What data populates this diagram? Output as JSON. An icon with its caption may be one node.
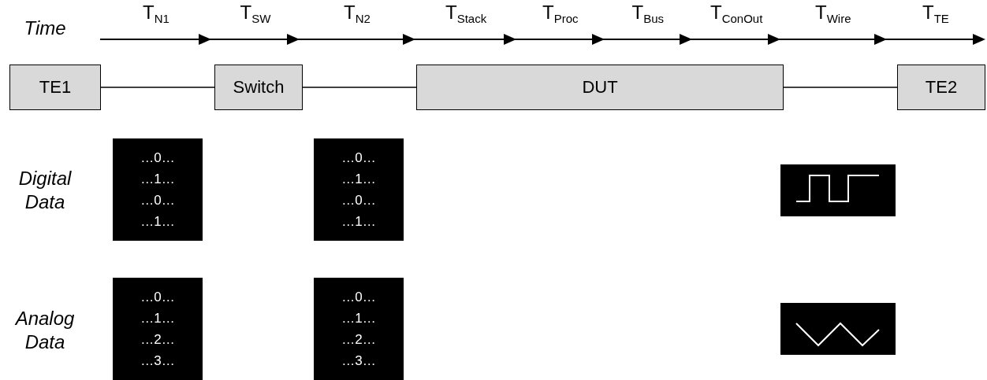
{
  "diagram": {
    "nodes": [
      {
        "text": [
          "TE1"
        ]
      },
      {
        "text": [
          "Switch"
        ]
      },
      {
        "text": [
          "DUT"
        ]
      },
      {
        "text": [
          "TE2"
        ]
      },
      {
        "text": [
          "…0…",
          "…1…",
          "…0…",
          "…1…"
        ]
      },
      {
        "text": [
          "…0…",
          "…1…",
          "…0…",
          "…1…"
        ]
      },
      {
        "text": [],
        "shape": "picture"
      },
      {
        "text": [
          "…0…",
          "…1…",
          "…2…",
          "…3…"
        ]
      },
      {
        "text": [
          "…0…",
          "…1…",
          "…2…",
          "…3…"
        ]
      },
      {
        "text": [],
        "shape": "picture"
      }
    ],
    "edges": [
      {
        "from": 0,
        "to": 1,
        "arrow": "none"
      },
      {
        "from": 1,
        "to": 2,
        "arrow": "none"
      },
      {
        "from": 2,
        "to": 3,
        "arrow": "none"
      }
    ],
    "labels": [
      "Time",
      "T$_{N1}$",
      "T$_{SW}$",
      "T$_{N2}$",
      "T$_{Stack}$",
      "T$_{Proc}$",
      "T$_{Bus}$",
      "T$_{ConOut}$",
      "T$_{Wire}$",
      "T$_{TE}$",
      "Digital Data",
      "Analog Data"
    ]
  }
}
